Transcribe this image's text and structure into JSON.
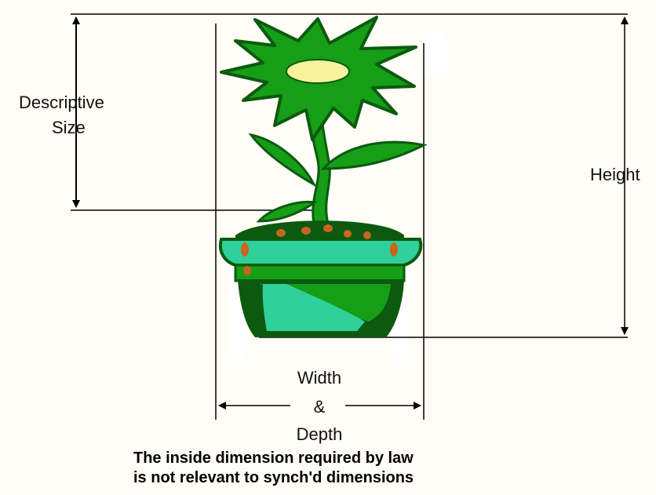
{
  "labels": {
    "descriptive_line1": "Descriptive",
    "descriptive_line2": "Size",
    "height": "Height",
    "width_line1": "Width",
    "width_line2": "&",
    "width_line3": "Depth"
  },
  "caption": {
    "line1": "The inside dimension required by law",
    "line2": "is not relevant to synch'd dimensions"
  },
  "colors": {
    "background": "#FFFDF5",
    "leaf_dark": "#0B5A10",
    "leaf": "#169E16",
    "pot_light": "#2FD09A",
    "soil_dot": "#C8651E",
    "flower_center": "#F7F29C",
    "line": "#000000"
  }
}
